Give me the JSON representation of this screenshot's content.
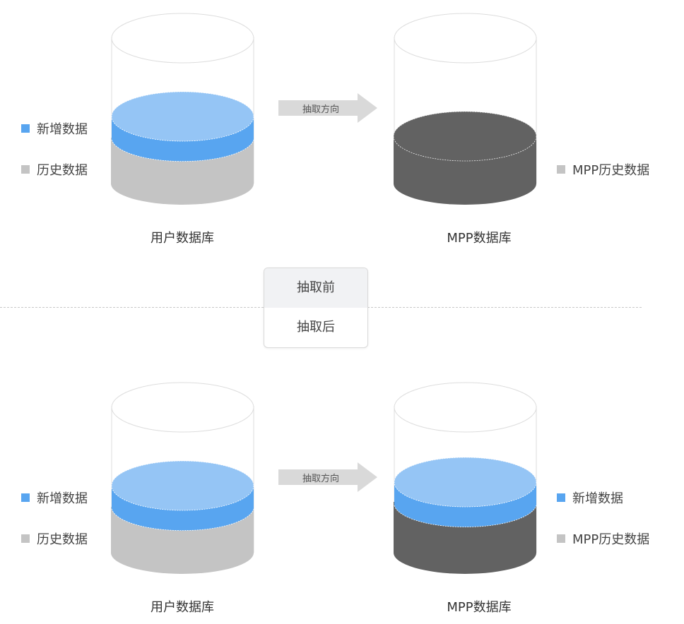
{
  "colors": {
    "new_data_top": "#95c5f5",
    "new_data_side": "#58a5f0",
    "history_data": "#c4c4c4",
    "mpp_history_data": "#626262",
    "cylinder_outline": "#dddddd",
    "arrow": "#d9d9d9"
  },
  "before": {
    "source": {
      "label": "用户数据库",
      "legend": [
        {
          "label": "新增数据",
          "color": "#58a5f0"
        },
        {
          "label": "历史数据",
          "color": "#c4c4c4"
        }
      ]
    },
    "arrow_label": "抽取方向",
    "target": {
      "label": "MPP数据库",
      "legend": [
        {
          "label": "MPP历史数据",
          "color": "#c4c4c4"
        }
      ]
    }
  },
  "toggle": {
    "options": [
      {
        "label": "抽取前",
        "active": true
      },
      {
        "label": "抽取后",
        "active": false
      }
    ]
  },
  "after": {
    "source": {
      "label": "用户数据库",
      "legend": [
        {
          "label": "新增数据",
          "color": "#58a5f0"
        },
        {
          "label": "历史数据",
          "color": "#c4c4c4"
        }
      ]
    },
    "arrow_label": "抽取方向",
    "target": {
      "label": "MPP数据库",
      "legend": [
        {
          "label": "新增数据",
          "color": "#58a5f0"
        },
        {
          "label": "MPP历史数据",
          "color": "#c4c4c4"
        }
      ]
    }
  }
}
